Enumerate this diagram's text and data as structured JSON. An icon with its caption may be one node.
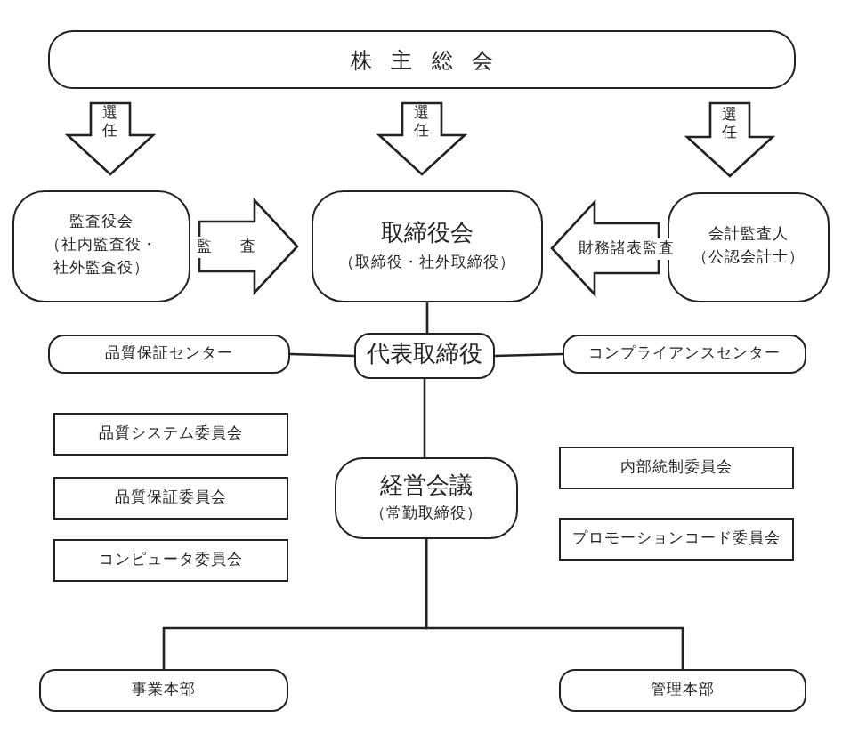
{
  "diagram": {
    "nodes": [
      {
        "text": [
          "株主総会"
        ]
      },
      {
        "text": [
          "監査役会",
          "（社内監査役・社外監査役）"
        ]
      },
      {
        "text": [
          "取締役会",
          "（取締役・社外取締役）"
        ]
      },
      {
        "text": [
          "会計監査人",
          "（公認会計士）"
        ]
      },
      {
        "text": [
          "品質保証センター"
        ]
      },
      {
        "text": [
          "代表取締役"
        ]
      },
      {
        "text": [
          "コンプライアンスセンター"
        ]
      },
      {
        "text": [
          "品質システム委員会"
        ]
      },
      {
        "text": [
          "品質保証委員会"
        ]
      },
      {
        "text": [
          "コンピュータ委員会"
        ]
      },
      {
        "text": [
          "経営会議",
          "（常勤取締役）"
        ]
      },
      {
        "text": [
          "内部統制委員会"
        ]
      },
      {
        "text": [
          "プロモーションコード委員会"
        ]
      },
      {
        "text": [
          "事業本部"
        ]
      },
      {
        "text": [
          "管理本部"
        ]
      }
    ],
    "edges": [
      {
        "from": 0,
        "to": 1,
        "arrow": "to",
        "label": "選任",
        "style": "thick"
      },
      {
        "from": 0,
        "to": 2,
        "arrow": "to",
        "label": "選任",
        "style": "thick"
      },
      {
        "from": 0,
        "to": 3,
        "arrow": "to",
        "label": "選任",
        "style": "thick"
      },
      {
        "from": 1,
        "to": 2,
        "arrow": "to",
        "label": "監査",
        "style": "thick"
      },
      {
        "from": 3,
        "to": 2,
        "arrow": "to",
        "label": "財務諸表監査",
        "style": "thick"
      },
      {
        "from": 2,
        "to": 5,
        "arrow": "none"
      },
      {
        "from": 4,
        "to": 5,
        "arrow": "none"
      },
      {
        "from": 5,
        "to": 6,
        "arrow": "none"
      },
      {
        "from": 5,
        "to": 10,
        "arrow": "none"
      },
      {
        "from": 10,
        "to": 13,
        "arrow": "none"
      },
      {
        "from": 10,
        "to": 14,
        "arrow": "none"
      }
    ]
  }
}
